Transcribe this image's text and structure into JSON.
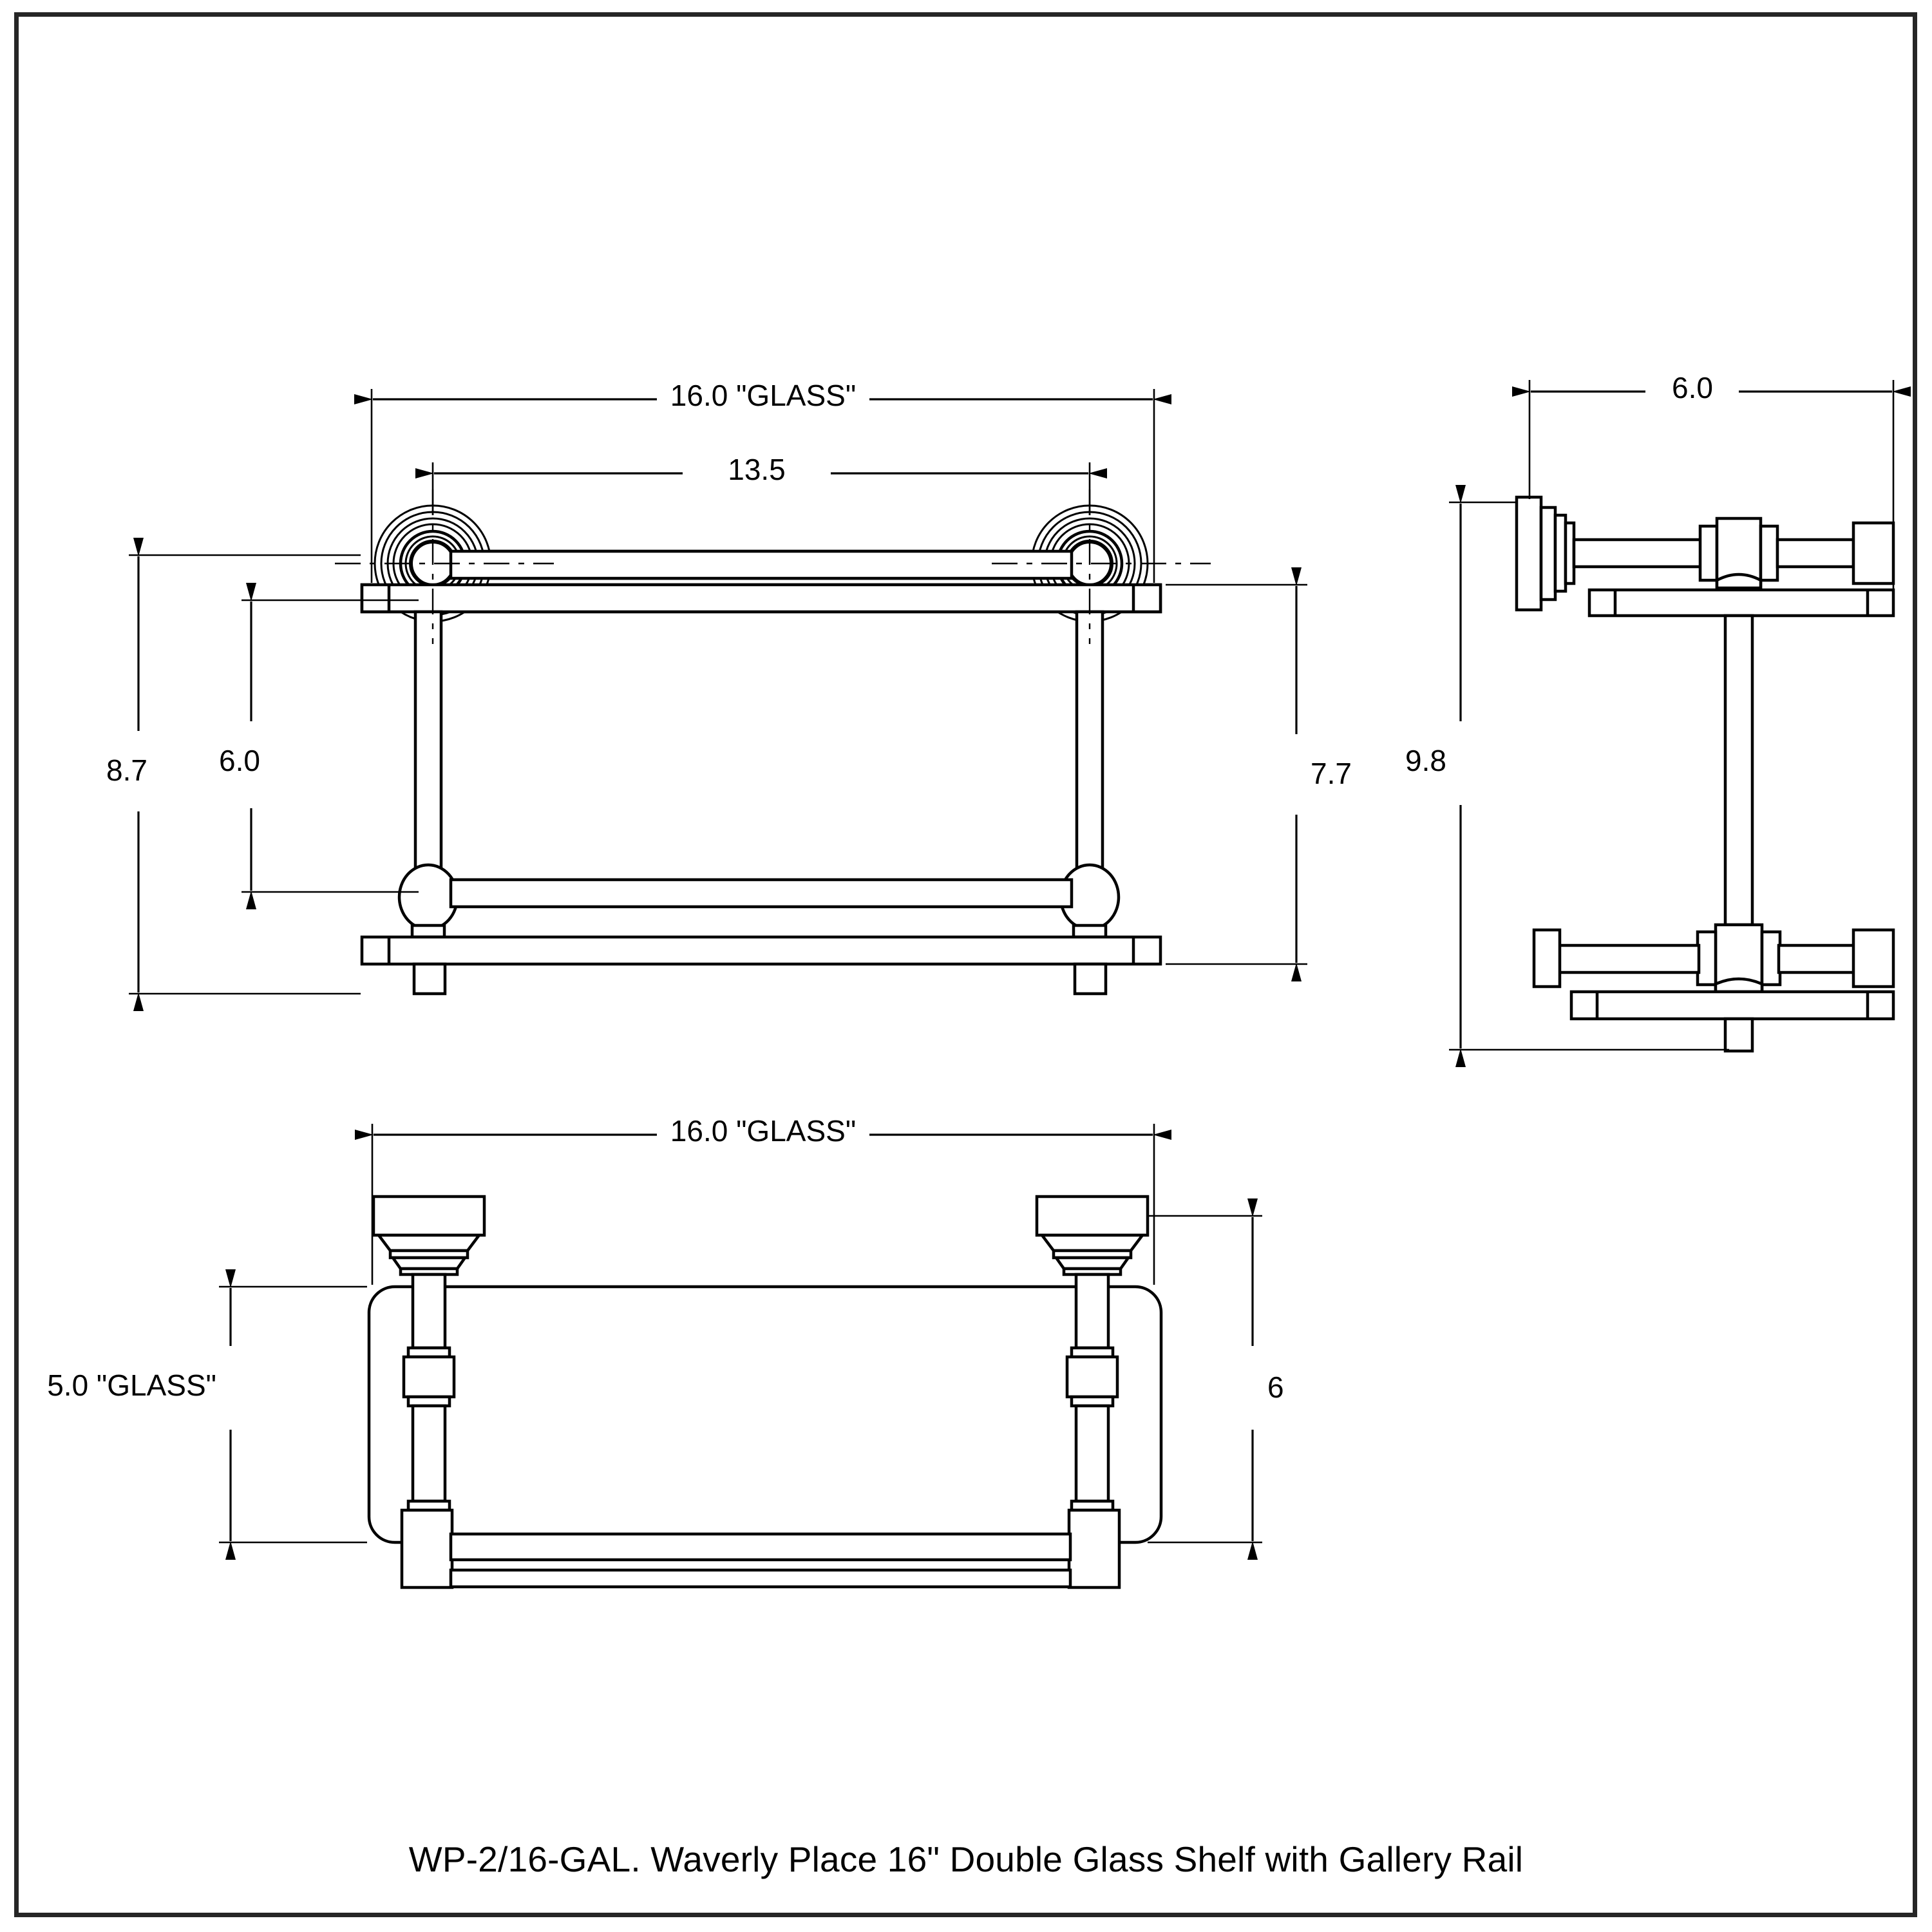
{
  "drawing": {
    "caption": "WP-2/16-GAL. Waverly Place 16\" Double Glass Shelf with Gallery Rail",
    "line_color": "#000000",
    "background_color": "#ffffff",
    "border_color": "#262626"
  },
  "views": {
    "front": {
      "name": "front-elevation"
    },
    "side": {
      "name": "side-elevation"
    },
    "plan": {
      "name": "plan-view"
    }
  },
  "dimensions": {
    "front_overall_width": "16.0 \"GLASS\"",
    "front_mount_centers": "13.5",
    "front_overall_height": "8.7",
    "front_post_height": "6.0",
    "front_right_height": "7.7",
    "side_depth": "6.0",
    "side_height": "9.8",
    "plan_overall_width": "16.0 \"GLASS\"",
    "plan_glass_depth": "5.0 \"GLASS\"",
    "plan_right_depth": "6"
  }
}
